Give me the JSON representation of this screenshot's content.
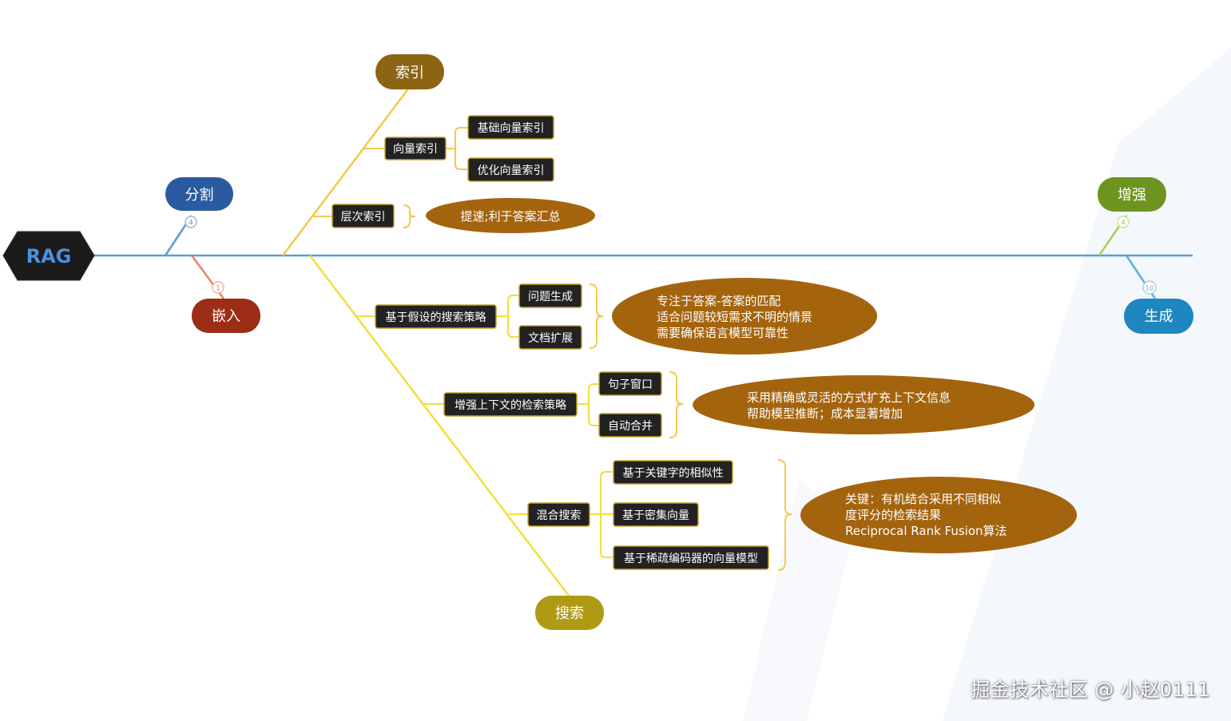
{
  "root": {
    "label": "RAG"
  },
  "branches": {
    "split": {
      "label": "分割",
      "badge": "4"
    },
    "embed": {
      "label": "嵌入",
      "badge": "1"
    },
    "index": {
      "label": "索引"
    },
    "search": {
      "label": "搜索"
    },
    "enhance": {
      "label": "增强",
      "badge": "4"
    },
    "generate": {
      "label": "生成",
      "badge": "10"
    }
  },
  "index_tree": {
    "vector_index": {
      "label": "向量索引",
      "children": [
        "基础向量索引",
        "优化向量索引"
      ]
    },
    "hier_index": {
      "label": "层次索引",
      "note": "提速;利于答案汇总"
    }
  },
  "search_tree": {
    "hypo": {
      "label": "基于假设的搜索策略",
      "children": [
        "问题生成",
        "文档扩展"
      ],
      "note": [
        "专注于答案-答案的匹配",
        "适合问题较短需求不明的情景",
        "需要确保语言模型可靠性"
      ]
    },
    "context": {
      "label": "增强上下文的检索策略",
      "children": [
        "句子窗口",
        "自动合并"
      ],
      "note": [
        "采用精确或灵活的方式扩充上下文信息",
        "帮助模型推断；成本显著增加"
      ]
    },
    "hybrid": {
      "label": "混合搜索",
      "children": [
        "基于关键字的相似性",
        "基于密集向量",
        "基于稀疏编码器的向量模型"
      ],
      "note": [
        "关键：有机结合采用不同相似",
        "度评分的检索结果",
        "Reciprocal Rank Fusion算法"
      ]
    }
  },
  "watermark": "掘金技术社区 @ 小赵0111",
  "colors": {
    "spine": "#5b9bd5",
    "root_bg": "#1b1b1b",
    "root_text": "#4d8fe0",
    "split": "#2a5ba0",
    "embed": "#9b2e14",
    "index": "#8c6414",
    "search": "#b09a14",
    "enhance": "#6e9420",
    "generate": "#1e86c0",
    "leaf_bg": "#222222",
    "leaf_border": "#c8a12a",
    "note_bg": "#a4640e",
    "yellow_line": "#f2c94c"
  }
}
